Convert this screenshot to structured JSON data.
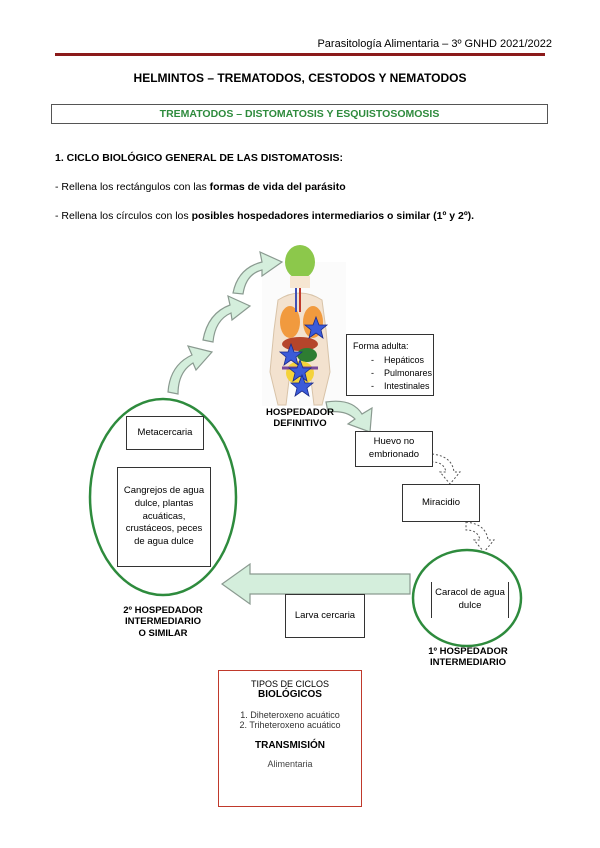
{
  "header": {
    "text": "Parasitología Alimentaria  –  3º GNHD 2021/2022"
  },
  "title": "HELMINTOS – TREMATODOS, CESTODOS Y NEMATODOS",
  "subtitle": "TREMATODOS – DISTOMATOSIS Y ESQUISTOSOMOSIS",
  "section": "1. CICLO BIOLÓGICO GENERAL DE LAS DISTOMATOSIS:",
  "instructions": [
    {
      "prefix": "- Rellena los rectángulos con las ",
      "bold": "formas de vida del parásito",
      "suffix": ""
    },
    {
      "prefix": "- Rellena los círculos con los ",
      "bold": "posibles hospedadores intermediarios o similar (1º y 2º).",
      "suffix": ""
    }
  ],
  "diagram": {
    "adult_form": {
      "title": "Forma adulta:",
      "items": [
        "Hepáticos",
        "Pulmonares",
        "Intestinales"
      ]
    },
    "definitive_host": {
      "line1": "HOSPEDADOR",
      "line2": "DEFINITIVO"
    },
    "egg": "Huevo no embrionado",
    "miracidium": "Miracidio",
    "snail": "Caracol de agua dulce",
    "first_host": {
      "line1": "1º HOSPEDADOR",
      "line2": "INTERMEDIARIO"
    },
    "cercaria": "Larva cercaria",
    "metacercaria": "Metacercaria",
    "second_hosts": "Cangrejos de agua dulce, plantas acuáticas, crustáceos, peces de agua dulce",
    "second_host_label": {
      "line1": "2º HOSPEDADOR",
      "line2": "INTERMEDIARIO",
      "line3": "O SIMILAR"
    }
  },
  "info_box": {
    "heading1": "TIPOS DE CICLOS",
    "heading2": "BIOLÓGICOS",
    "items": [
      "1. Diheteroxeno acuático",
      "2. Triheteroxeno acuático"
    ],
    "heading3": "TRANSMISIÓN",
    "transmission": "Alimentaria"
  },
  "colors": {
    "green": "#2e8b3d",
    "header_rule": "#8b1a1a",
    "arrow_fill": "#d4eedc",
    "arrow_stroke": "#8a9a90",
    "red": "#c0392b"
  }
}
